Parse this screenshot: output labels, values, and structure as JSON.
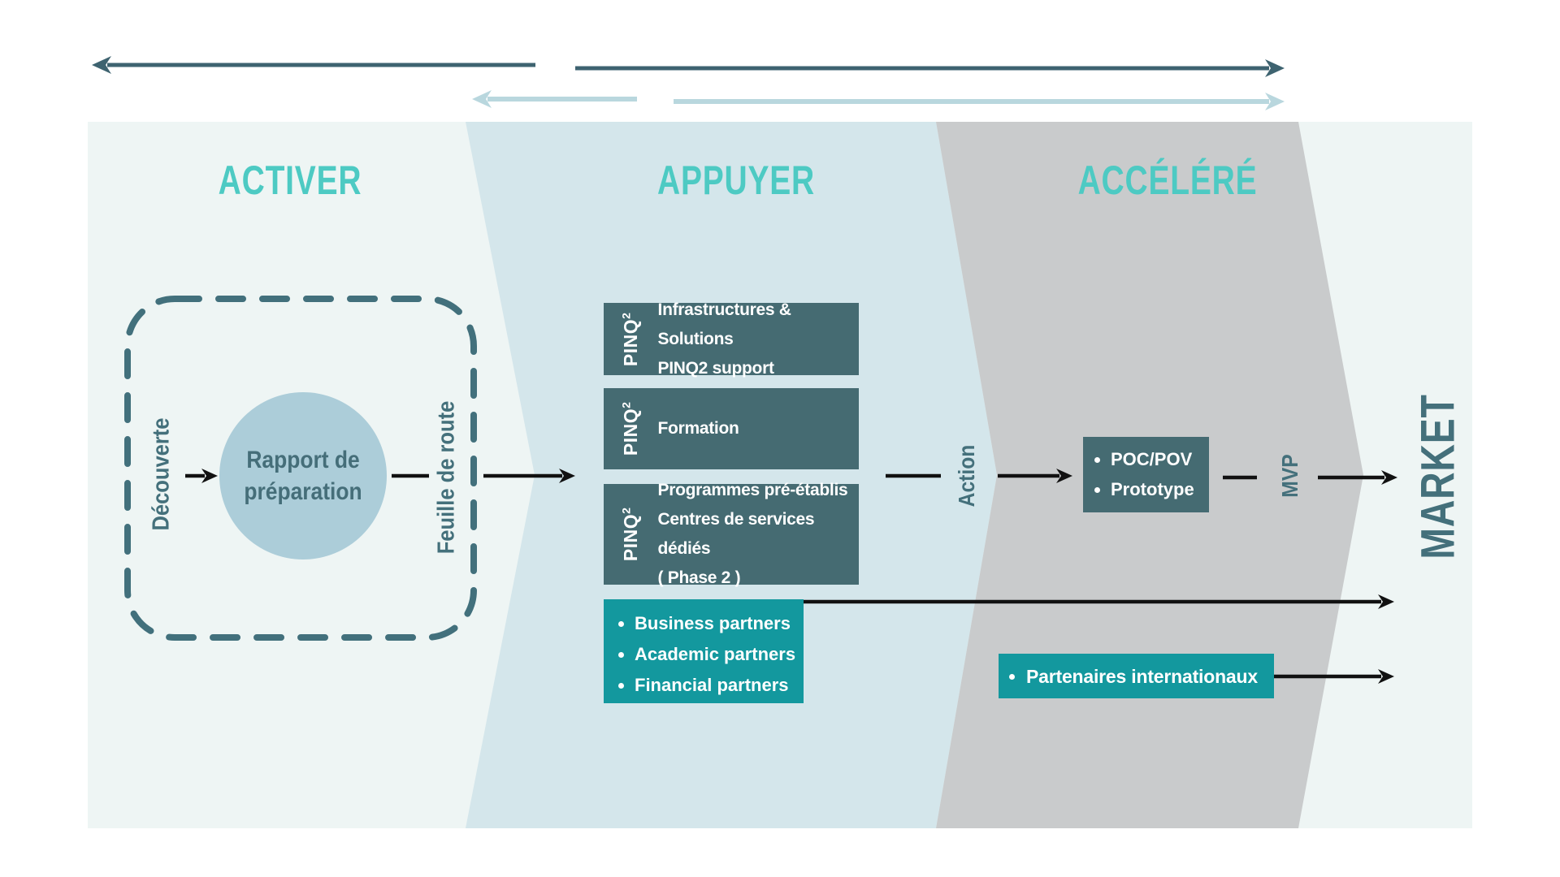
{
  "phases": [
    {
      "label": "ACTIVER"
    },
    {
      "label": "APPUYER"
    },
    {
      "label": "ACCÉLÉRÉ"
    }
  ],
  "activer": {
    "left_label": "Découverte",
    "circle_line1": "Rapport de",
    "circle_line2": "préparation",
    "right_label": "Feuille de route"
  },
  "appuyer": {
    "boxes": [
      {
        "logo": "PINQ",
        "logo_sup": "2",
        "lines": [
          "Infrastructures & Solutions",
          "PINQ2 support"
        ]
      },
      {
        "logo": "PINQ",
        "logo_sup": "2",
        "lines": [
          "Formation"
        ]
      },
      {
        "logo": "PINQ",
        "logo_sup": "2",
        "lines": [
          "Programmes pré-établis",
          "Centres de services dédiés",
          "( Phase 2 )"
        ]
      }
    ],
    "partners_box": {
      "items": [
        "Business partners",
        "Academic partners",
        "Financial partners"
      ]
    }
  },
  "connectors": {
    "action_label": "Action",
    "mvp_label": "MVP"
  },
  "accelere": {
    "poc_box": {
      "items": [
        "POC/POV",
        "Prototype"
      ]
    },
    "partners_box": {
      "items": [
        "Partenaires internationaux"
      ]
    }
  },
  "market_label": "MARKET",
  "colors": {
    "header_turquoise": "#4dcac3",
    "dark_slate_box": "#456b72",
    "teal_box": "#13989e",
    "panel_pale": "#eef5f4",
    "panel_blue": "#d4e6eb",
    "panel_gray": "#c9cbcc",
    "dark_text": "#44707b",
    "arrow_dark": "#3e6370",
    "arrow_light": "#b9d7de",
    "arrow_black": "#111111",
    "circle_fill": "#accdd9",
    "dashed_border": "#42707c"
  }
}
